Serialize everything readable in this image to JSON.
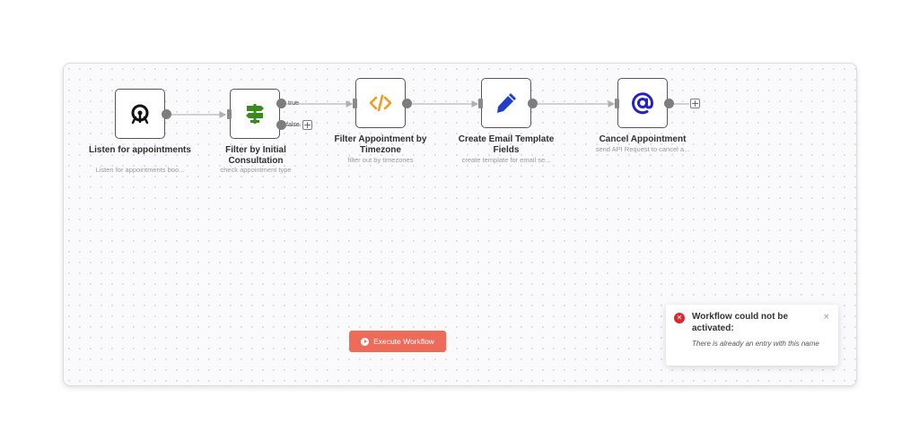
{
  "workflow": {
    "nodes": [
      {
        "title": "Listen for appointments",
        "subtitle": "Listen for appointments boo...",
        "icon": "target-webhook-icon"
      },
      {
        "title": "Filter by Initial Consultation",
        "subtitle": "check appointment type",
        "icon": "signpost-switch-icon"
      },
      {
        "title": "Filter Appointment by Timezone",
        "subtitle": "filter out by timezones",
        "icon": "code-icon"
      },
      {
        "title": "Create Email Template Fields",
        "subtitle": "create template for email se...",
        "icon": "pencil-icon"
      },
      {
        "title": "Cancel Appointment",
        "subtitle": "send API Request to cancel a...",
        "icon": "at-sign-icon"
      }
    ],
    "branches": {
      "true_label": "true",
      "false_label": "false"
    },
    "add_symbol": "+"
  },
  "execute_button": {
    "label": "Execute Workflow"
  },
  "toast": {
    "icon_glyph": "✕",
    "title": "Workflow could not be activated:",
    "message": "There is already an entry with this name",
    "close_glyph": "×"
  },
  "colors": {
    "execute": "#ee6b5a",
    "error": "#e0262b",
    "code_icon": "#f59a23",
    "pencil_icon": "#1f3ec9",
    "at_icon": "#2323c9",
    "switch_icon": "#3a8a1f"
  }
}
